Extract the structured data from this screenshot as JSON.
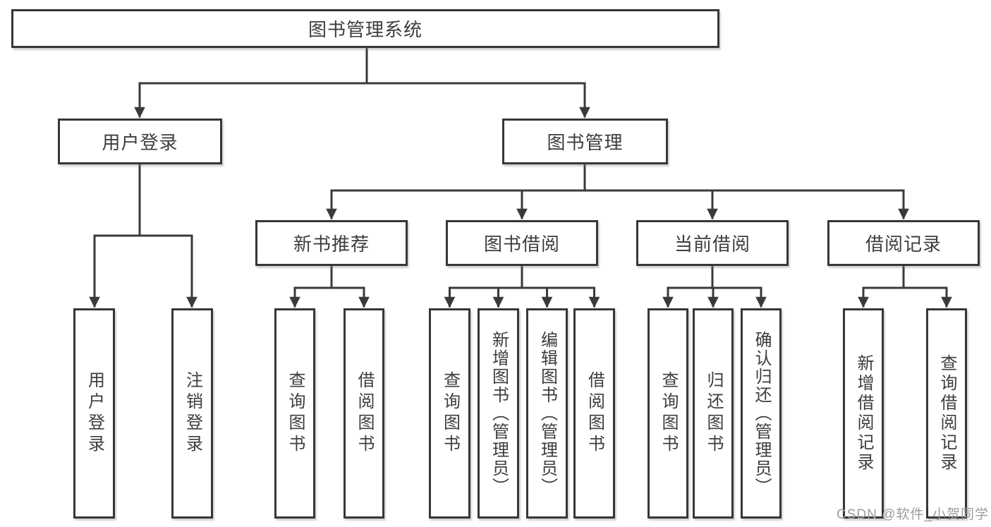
{
  "diagram_type": "functional-structure-tree",
  "tree": {
    "label": "图书管理系统",
    "children": [
      {
        "label": "用户登录",
        "children": [
          {
            "label": "用户登录"
          },
          {
            "label": "注销登录"
          }
        ]
      },
      {
        "label": "图书管理",
        "children": [
          {
            "label": "新书推荐",
            "children": [
              {
                "label": "查询图书"
              },
              {
                "label": "借阅图书"
              }
            ]
          },
          {
            "label": "图书借阅",
            "children": [
              {
                "label": "查询图书"
              },
              {
                "label": "新增图书（管理员）"
              },
              {
                "label": "编辑图书（管理员）"
              },
              {
                "label": "借阅图书"
              }
            ]
          },
          {
            "label": "当前借阅",
            "children": [
              {
                "label": "查询图书"
              },
              {
                "label": "归还图书"
              },
              {
                "label": "确认归还（管理员）"
              }
            ]
          },
          {
            "label": "借阅记录",
            "children": [
              {
                "label": "新增借阅记录"
              },
              {
                "label": "查询借阅记录"
              }
            ]
          }
        ]
      }
    ]
  },
  "watermark": "CSDN @软件_小贺同学",
  "colors": {
    "line": "#3a3a3a",
    "box_border": "#373737",
    "text": "#3d3d3d",
    "watermark": "#9c9c9c",
    "background": "#ffffff"
  }
}
